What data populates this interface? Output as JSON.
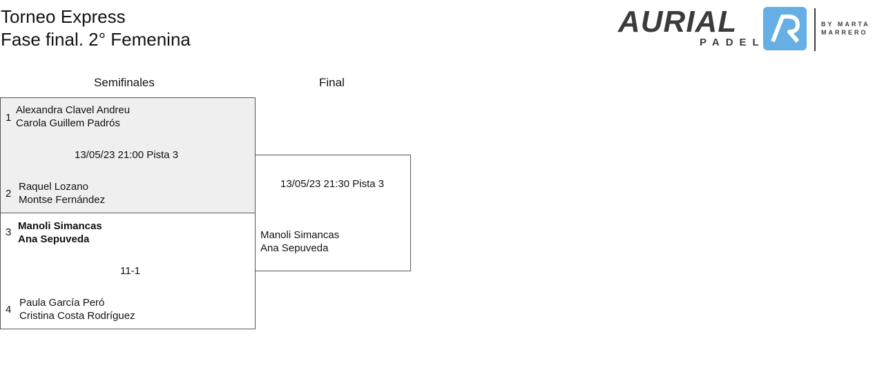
{
  "header": {
    "title_line1": "Torneo Express",
    "title_line2": "Fase final. 2° Femenina"
  },
  "logo": {
    "word": "AURIAL",
    "sub": "PADEL",
    "by_line1": "BY MARTA",
    "by_line2": "MARRERO",
    "brand_color": "#66aee6",
    "dark_color": "#3b3b3b"
  },
  "rounds": {
    "semis_label": "Semifinales",
    "final_label": "Final"
  },
  "bracket": {
    "semi1": {
      "top": {
        "seed": "1",
        "player1": "Alexandra Clavel Andreu",
        "player2": "Carola Guillem Padrós"
      },
      "info": "13/05/23 21:00 Pista 3",
      "bottom": {
        "seed": "2",
        "player1": "Raquel Lozano",
        "player2": "Montse Fernández"
      }
    },
    "semi2": {
      "top": {
        "seed": "3",
        "player1": "Manoli Simancas",
        "player2": "Ana Sepuveda"
      },
      "info": "11-1",
      "bottom": {
        "seed": "4",
        "player1": "Paula García Peró",
        "player2": "Cristina Costa Rodríguez"
      }
    },
    "final": {
      "info": "13/05/23 21:30 Pista 3",
      "bottom": {
        "player1": "Manoli Simancas",
        "player2": "Ana Sepuveda"
      }
    }
  }
}
